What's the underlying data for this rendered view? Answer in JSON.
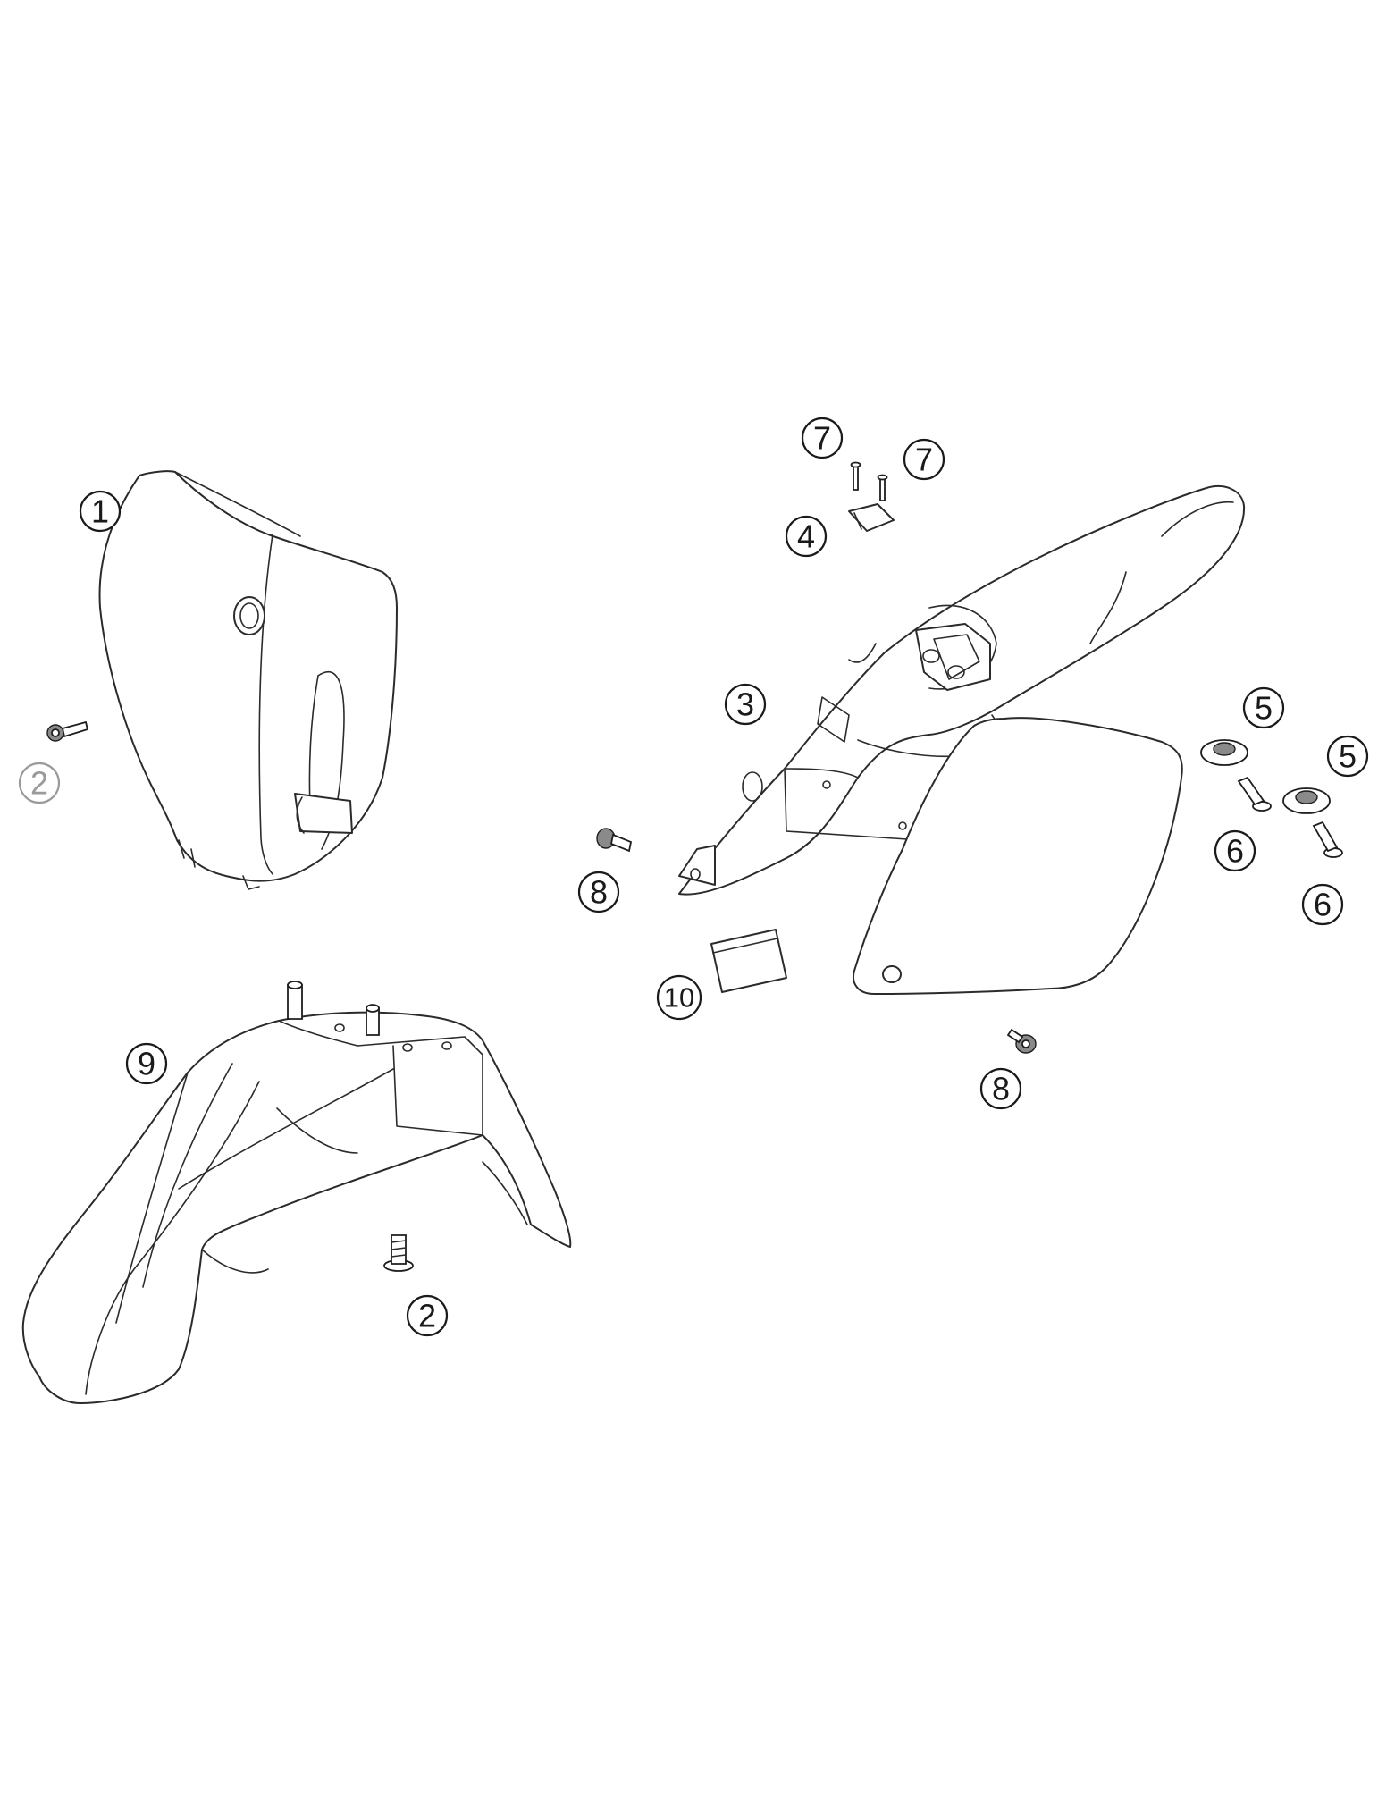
{
  "callouts": [
    {
      "id": "c1",
      "label": "1"
    },
    {
      "id": "c2a",
      "label": "2"
    },
    {
      "id": "c2b",
      "label": "2"
    },
    {
      "id": "c3",
      "label": "3"
    },
    {
      "id": "c4",
      "label": "4"
    },
    {
      "id": "c5a",
      "label": "5"
    },
    {
      "id": "c5b",
      "label": "5"
    },
    {
      "id": "c6a",
      "label": "6"
    },
    {
      "id": "c6b",
      "label": "6"
    },
    {
      "id": "c7a",
      "label": "7"
    },
    {
      "id": "c7b",
      "label": "7"
    },
    {
      "id": "c8a",
      "label": "8"
    },
    {
      "id": "c8b",
      "label": "8"
    },
    {
      "id": "c9",
      "label": "9"
    },
    {
      "id": "c10",
      "label": "10"
    }
  ],
  "colors": {
    "line": "#2b2b2b",
    "background": "#ffffff",
    "muted_callout": "#9a9a9a"
  }
}
